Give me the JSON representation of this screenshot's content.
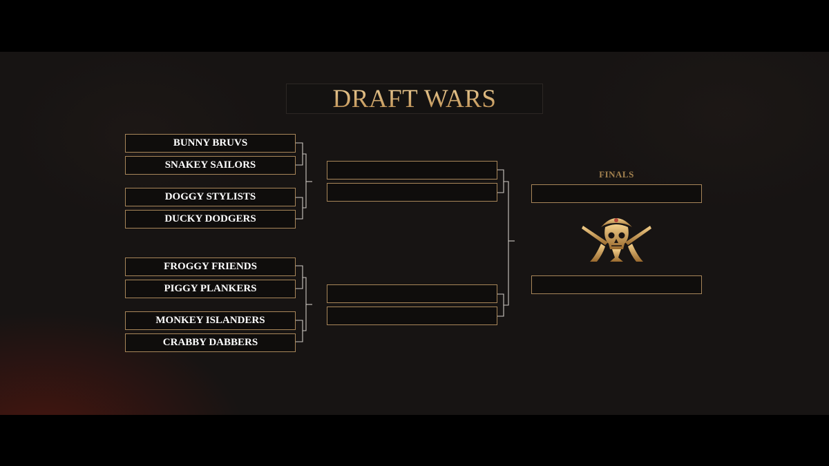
{
  "title": "DRAFT WARS",
  "bracket": {
    "round1": [
      "BUNNY BRUVS",
      "SNAKEY SAILORS",
      "DOGGY STYLISTS",
      "DUCKY DODGERS",
      "FROGGY FRIENDS",
      "PIGGY PLANKERS",
      "MONKEY ISLANDERS",
      "CRABBY DABBERS"
    ],
    "semifinals": [
      "",
      "",
      "",
      ""
    ],
    "finals_label": "FINALS",
    "finals": [
      "",
      ""
    ]
  },
  "emblem_icon": "pirate-skull-crossed-swords-icon",
  "colors": {
    "accent_gold": "#d3ac6e",
    "slot_border": "#a9875a",
    "background": "#171413",
    "letterbox": "#000000"
  }
}
